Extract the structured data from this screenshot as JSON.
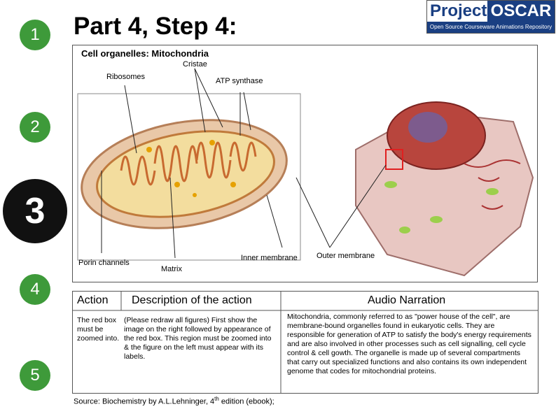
{
  "header": {
    "title": "Part 4, Step 4:",
    "logo_left": "Project",
    "logo_right": "OSCAR",
    "logo_tagline": "Open Source Courseware Animations Repository"
  },
  "steps": [
    "1",
    "2",
    "3",
    "4",
    "5"
  ],
  "figure": {
    "subtitle": "Cell organelles: Mitochondria",
    "labels": {
      "cristae": "Cristae",
      "ribosomes": "Ribosomes",
      "atp_synthase": "ATP synthase",
      "porin_channels": "Porin channels",
      "matrix": "Matrix",
      "inner_membrane": "Inner membrane",
      "outer_membrane": "Outer membrane"
    }
  },
  "table": {
    "action_header": "Action",
    "description_header": "Description of the action",
    "audio_header": "Audio Narration",
    "action_text": "The red box must be zoomed into.",
    "description_text": "(Please redraw all figures) First show the image on the right followed by appearance of the red box. This region must be zoomed into & the figure on the left must appear with its labels.",
    "audio_text": "Mitochondria, commonly referred to as \"power house of the cell\", are membrane-bound organelles found in eukaryotic cells. They are responsible for generation of ATP to satisfy the body's energy requirements and are also involved in other processes such as cell signalling, cell cycle control & cell gowth. The organelle is made up of several compartments that carry out specialized functions and also contains its own independent genome that codes for mitochondrial proteins."
  },
  "source": {
    "prefix": "Source: Biochemistry by A.L.Lehninger, 4",
    "superscript": "th",
    "suffix": " edition (ebook);"
  },
  "colors": {
    "step_circle": "#3e9a3a",
    "active_step": "#111111",
    "highlight_box": "#e02020",
    "logo_blue": "#1a3f82"
  }
}
